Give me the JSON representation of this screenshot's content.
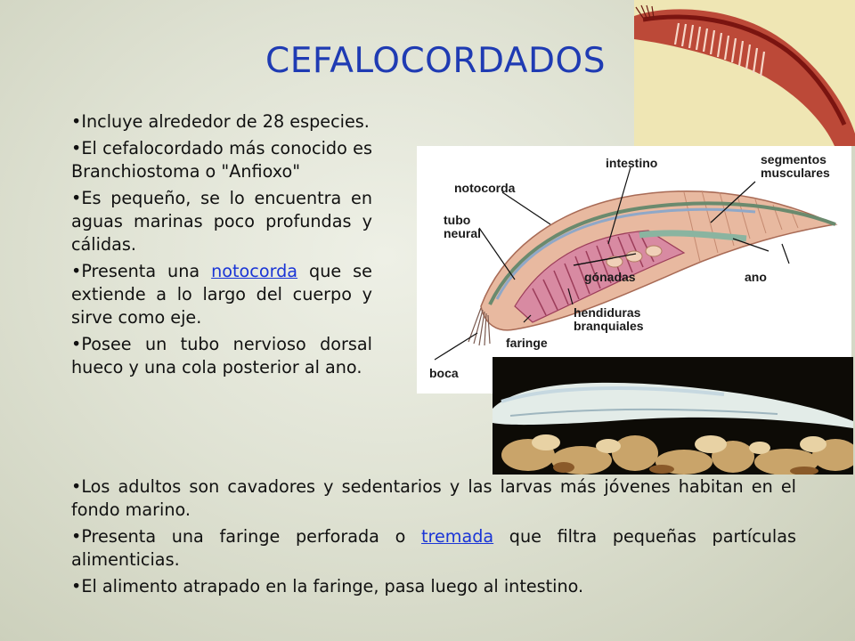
{
  "title": "CEFALOCORDADOS",
  "bullet_char": "•",
  "left_bullets": [
    {
      "text": "Incluye alrededor de 28 especies."
    },
    {
      "text": "El cefalocordado más conocido es Branchiostoma o \"Anfioxo\""
    },
    {
      "text": "Es pequeño, se lo encuentra en aguas marinas poco profundas y cálidas."
    },
    {
      "pre": "Presenta una ",
      "link": "notocorda",
      "post": " que se extiende a lo largo del cuerpo y sirve como eje."
    },
    {
      "text": "Posee un tubo nervioso dorsal hueco y una cola posterior al ano."
    }
  ],
  "bottom_bullets": [
    {
      "text": "Los adultos son cavadores y sedentarios y las larvas más jóvenes habitan en el fondo marino."
    },
    {
      "pre": "Presenta una faringe perforada o ",
      "link": "tremada",
      "post": " que filtra pequeñas partículas alimenticias."
    },
    {
      "text": "El alimento atrapado en la faringe, pasa luego al intestino."
    }
  ],
  "diagram_labels": {
    "notocorda": "notocorda",
    "intestino": "intestino",
    "segmentos": "segmentos\nmusculares",
    "tubo_neural": "tubo\nneural",
    "gonadas": "gónadas",
    "ano": "ano",
    "hendiduras": "hendiduras\nbranquiales",
    "faringe": "faringe",
    "boca": "boca"
  },
  "colors": {
    "title": "#1f3bb3",
    "link": "#1a35d6",
    "background": "#dfe2d3"
  }
}
